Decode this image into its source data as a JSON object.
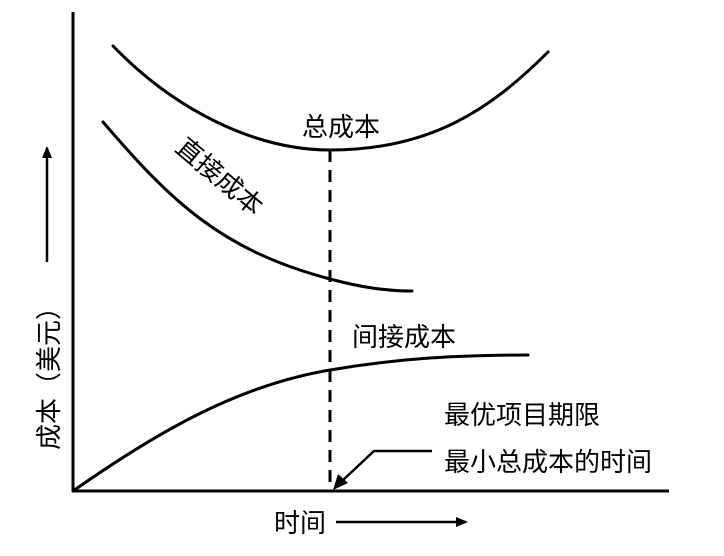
{
  "labels": {
    "total_cost": "总成本",
    "direct_cost": "直接成本",
    "indirect_cost": "间接成本",
    "optimal_duration_line1": "最优项目期限",
    "optimal_duration_line2": "最小总成本的时间",
    "x_axis": "时间",
    "y_axis": "成本（美元）"
  },
  "colors": {
    "ink": "#000000",
    "background": "#ffffff"
  }
}
